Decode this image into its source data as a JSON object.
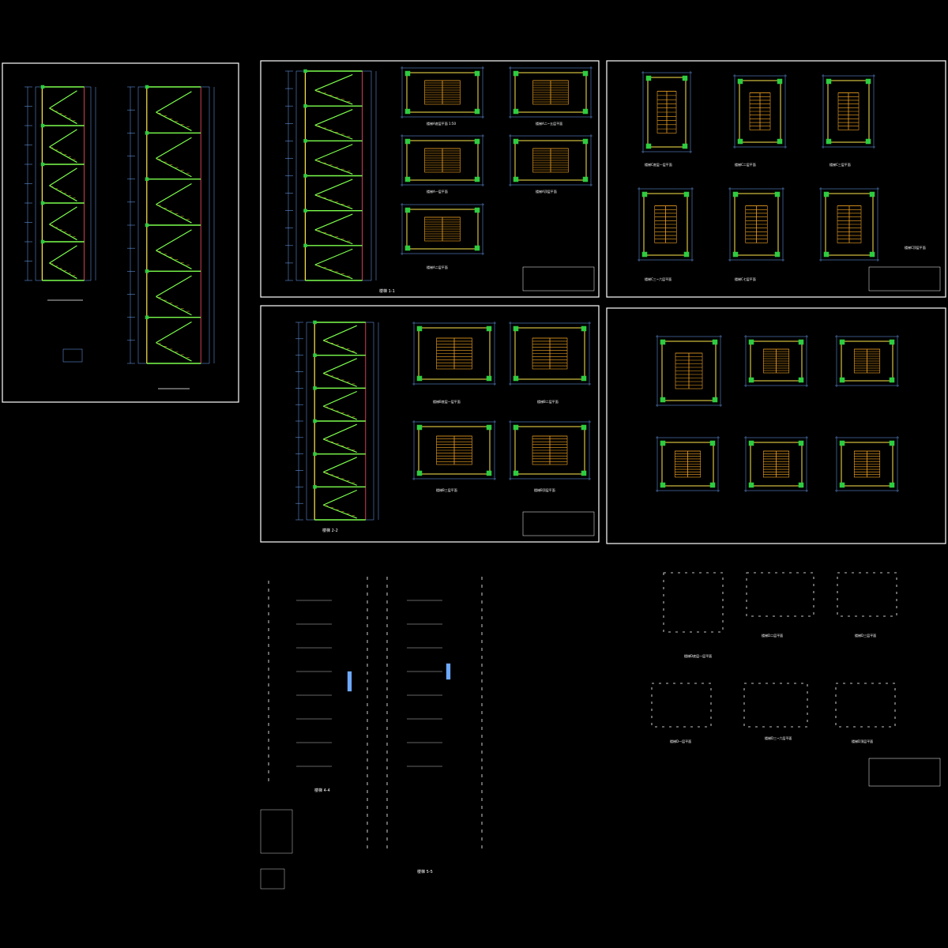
{
  "viewer": {
    "background": "#000000",
    "frame_color": "#ffffff",
    "colors": {
      "grid": "#3f66ff",
      "stair": "#f5a623",
      "wall": "#ffe94d",
      "slab": "#7cff4d",
      "column": "#2ecc40",
      "section": "#ff4d6d",
      "dimension": "#6ea8ff",
      "axis": "#ffffff"
    }
  },
  "sheets": [
    {
      "id": "sheet-1",
      "kind": "stair-section-pair",
      "labels": {
        "section_a": "",
        "section_b": ""
      }
    },
    {
      "id": "sheet-2",
      "kind": "section-and-plans",
      "section_title": "楼梯 1-1",
      "plan_titles": [
        "楼梯A底层平面 1:50",
        "楼梯A二~五层平面",
        "楼梯A一层平面",
        "楼梯A顶层平面",
        "楼梯A二层平面"
      ]
    },
    {
      "id": "sheet-3",
      "kind": "plans-grid",
      "plan_titles": [
        "楼梯C底层一层平面",
        "楼梯C二层平面",
        "楼梯C三层平面",
        "楼梯C三~六层平面",
        "楼梯C七层平面",
        "楼梯C顶层平面"
      ]
    },
    {
      "id": "sheet-4",
      "kind": "section-and-plans",
      "section_title": "楼梯 2-2",
      "plan_titles": [
        "楼梯B底层一层平面",
        "楼梯B二层平面",
        "楼梯B三层平面",
        "楼梯B顶层平面"
      ]
    },
    {
      "id": "sheet-5",
      "kind": "plans-grid",
      "plan_titles": [
        "",
        "",
        "",
        "",
        "",
        ""
      ]
    },
    {
      "id": "sheet-6",
      "kind": "section-dimensions",
      "section_titles": [
        "楼梯 4-4",
        "楼梯 5-5"
      ]
    },
    {
      "id": "sheet-7",
      "kind": "plan-dimensions",
      "plan_titles": [
        "楼梯D底层一层平面",
        "楼梯D二层平面",
        "楼梯D三层平面",
        "楼梯D一层平面",
        "楼梯D三~六层平面",
        "楼梯D顶层平面"
      ]
    }
  ]
}
